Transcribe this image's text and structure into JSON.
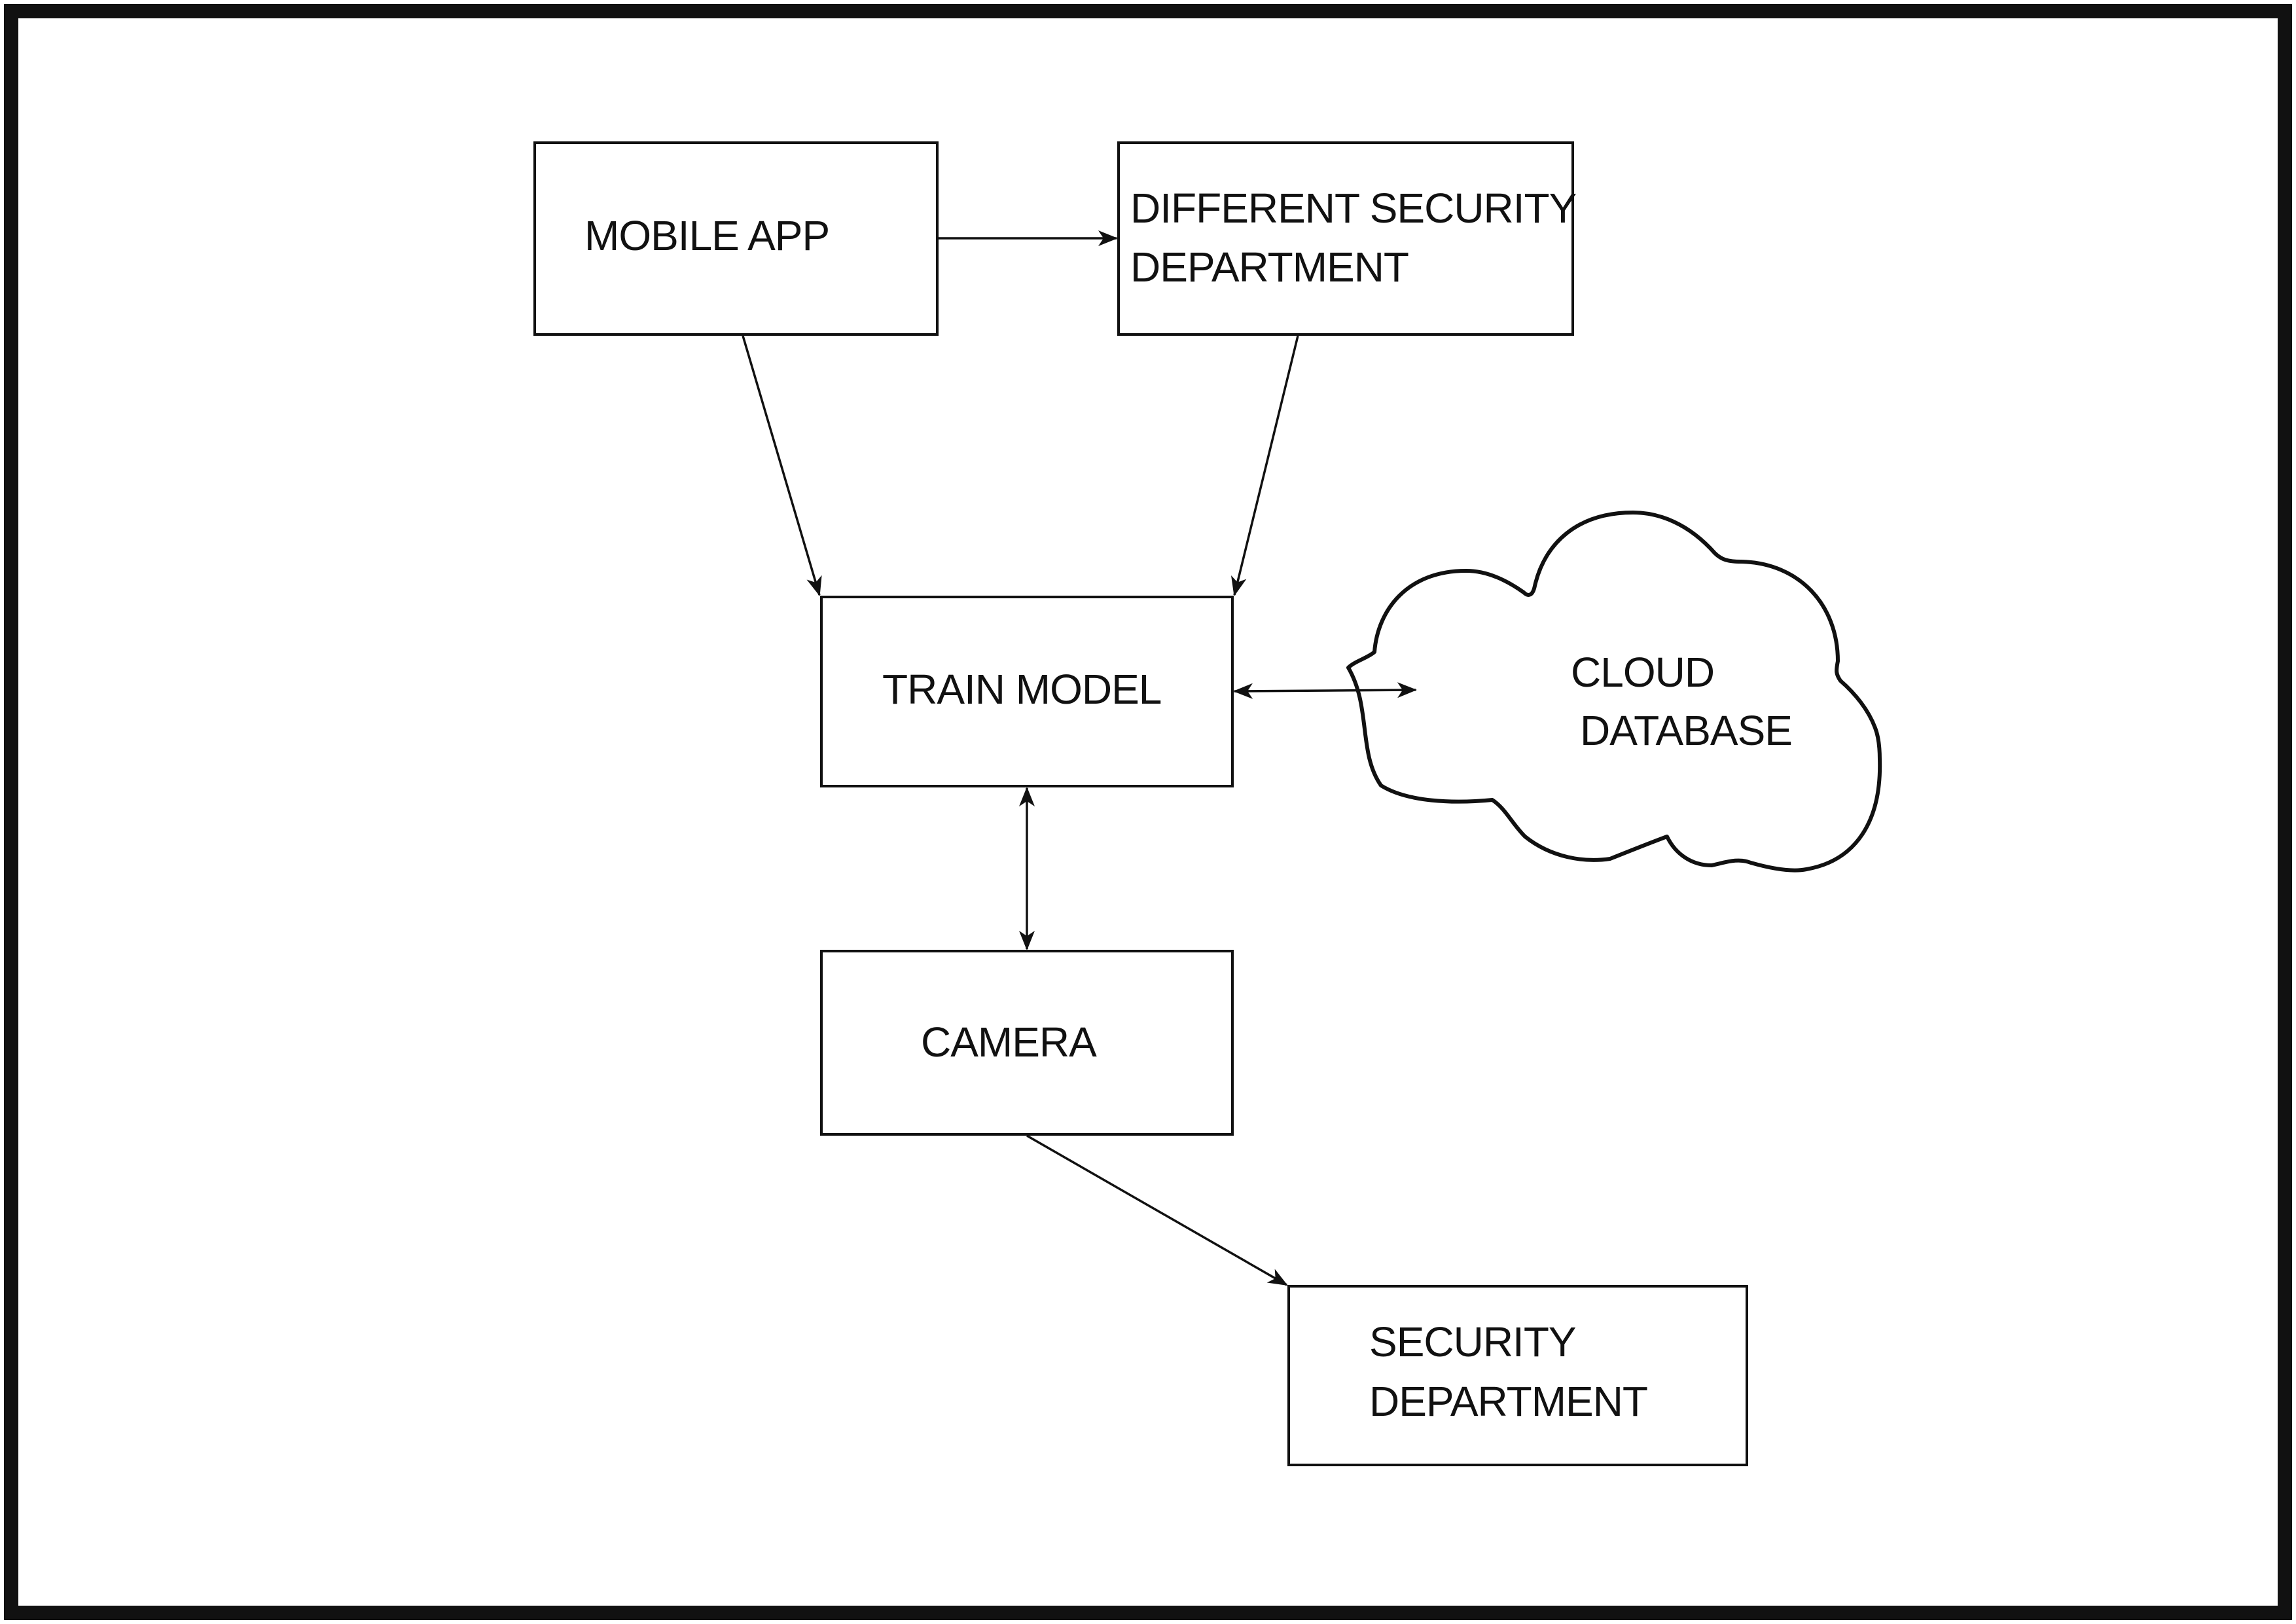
{
  "colors": {
    "stroke": "#111111",
    "background": "#ffffff"
  },
  "nodes": {
    "mobile_app": {
      "lines": [
        "MOBILE APP"
      ]
    },
    "different_security": {
      "lines": [
        "DIFFERENT SECURITY",
        "DEPARTMENT"
      ]
    },
    "train_model": {
      "lines": [
        "TRAIN MODEL"
      ]
    },
    "cloud_database": {
      "lines": [
        "CLOUD",
        "DATABASE"
      ]
    },
    "camera": {
      "lines": [
        "CAMERA"
      ]
    },
    "security_department": {
      "lines": [
        "SECURITY",
        "DEPARTMENT"
      ]
    }
  },
  "edges": [
    {
      "from": "mobile_app",
      "to": "different_security",
      "direction": "forward"
    },
    {
      "from": "mobile_app",
      "to": "train_model",
      "direction": "forward"
    },
    {
      "from": "different_security",
      "to": "train_model",
      "direction": "forward"
    },
    {
      "from": "train_model",
      "to": "cloud_database",
      "direction": "both"
    },
    {
      "from": "train_model",
      "to": "camera",
      "direction": "both"
    },
    {
      "from": "camera",
      "to": "security_department",
      "direction": "forward"
    }
  ]
}
